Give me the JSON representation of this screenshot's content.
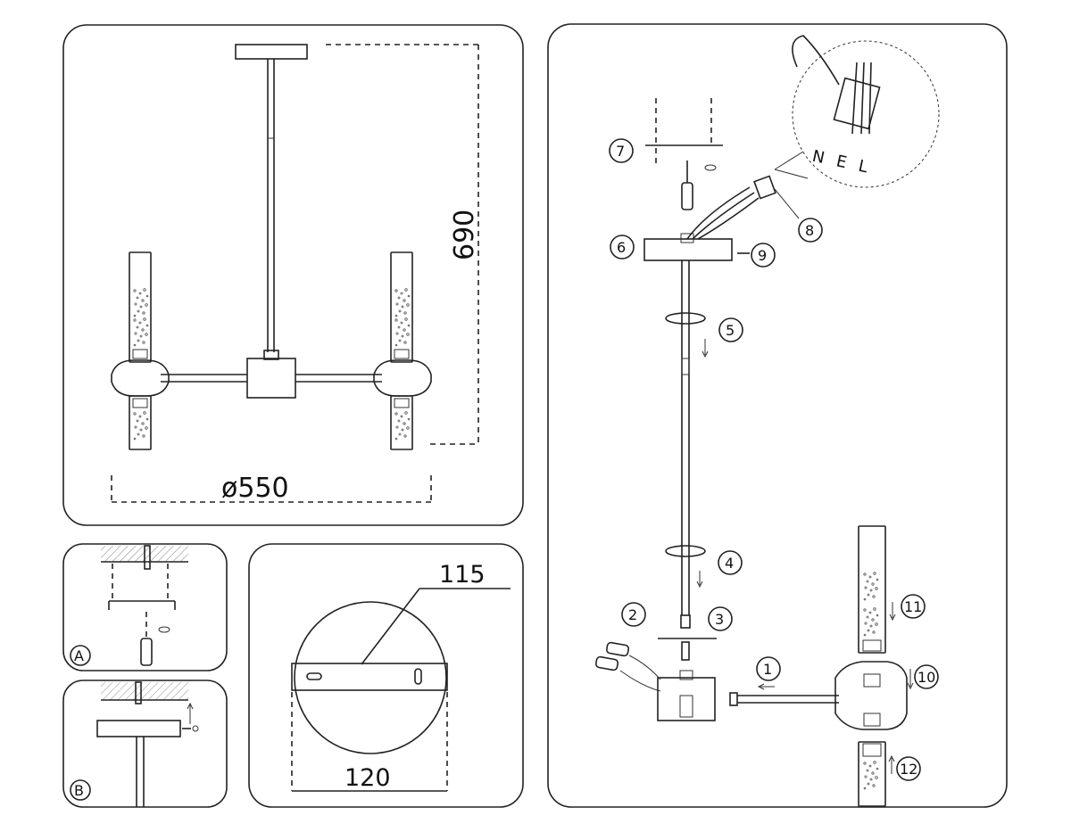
{
  "main_view": {
    "height_label": "690",
    "diameter_label": "ø550"
  },
  "detail_view": {
    "label_top": "115",
    "label_bottom": "120"
  },
  "step_a": {
    "label": "A"
  },
  "step_b": {
    "label": "B"
  },
  "wiring": {
    "n": "N",
    "e": "E",
    "l": "L"
  },
  "callouts": [
    "1",
    "2",
    "3",
    "4",
    "5",
    "6",
    "7",
    "8",
    "9",
    "10",
    "11",
    "12"
  ]
}
